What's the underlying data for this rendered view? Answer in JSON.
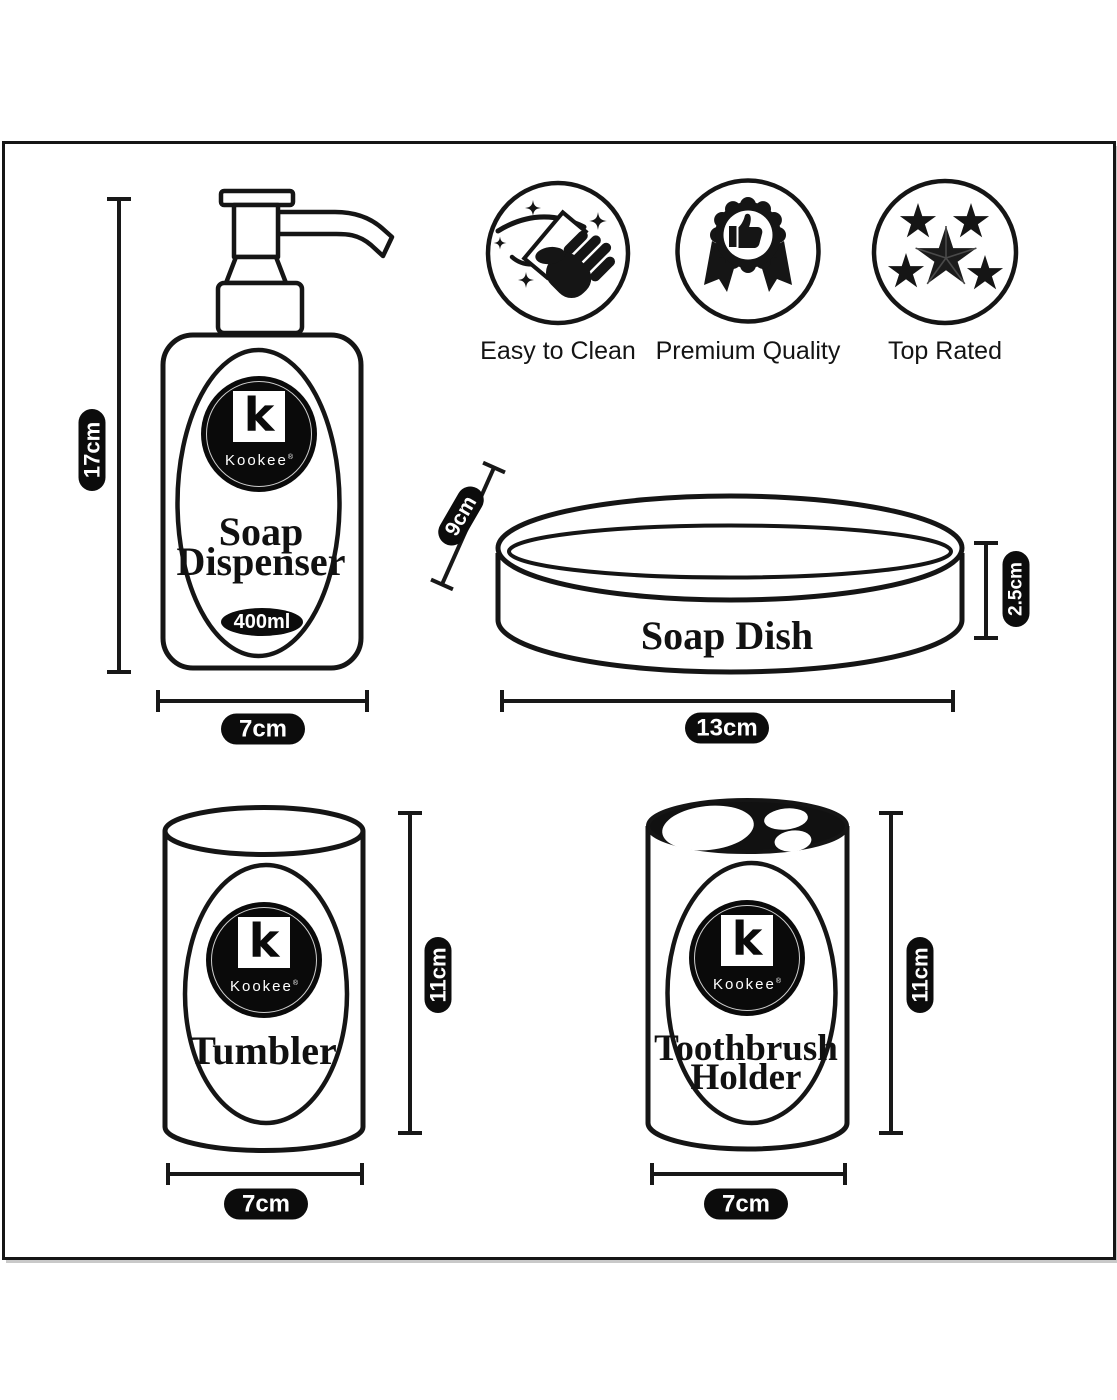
{
  "brand": {
    "wordmark": "Kookee",
    "mark_letter": "k",
    "registered_mark": "®"
  },
  "header_features": [
    {
      "icon": "sparkle-hand-clean-icon",
      "label": "Easy to Clean"
    },
    {
      "icon": "award-ribbon-icon",
      "label": "Premium Quality"
    },
    {
      "icon": "five-stars-icon",
      "label": "Top Rated"
    }
  ],
  "products": {
    "soap_dispenser": {
      "label_line1": "Soap",
      "label_line2": "Dispenser",
      "capacity": "400ml",
      "dims": {
        "height": "17cm",
        "width": "7cm"
      }
    },
    "soap_dish": {
      "label": "Soap Dish",
      "dims": {
        "depth": "9cm",
        "height": "2.5cm",
        "width": "13cm"
      }
    },
    "tumbler": {
      "label": "Tumbler",
      "dims": {
        "height": "11cm",
        "width": "7cm"
      }
    },
    "toothbrush_holder": {
      "label_line1": "Toothbrush",
      "label_line2": "Holder",
      "dims": {
        "height": "11cm",
        "width": "7cm"
      }
    }
  }
}
